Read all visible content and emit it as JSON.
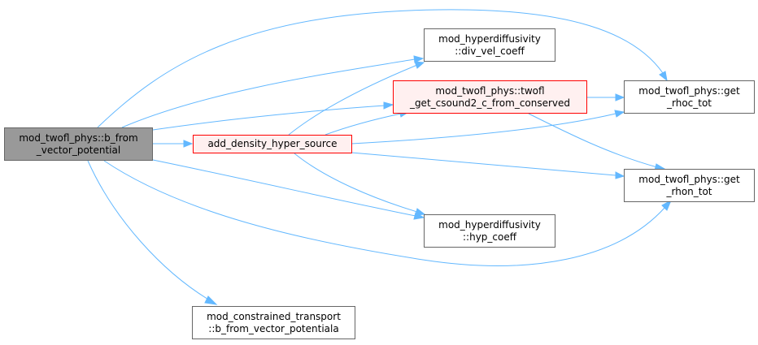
{
  "nodes": {
    "root": {
      "line1": "mod_twofl_phys::b_from",
      "line2": "_vector_potential"
    },
    "add_density": {
      "line1": "add_density_hyper_source"
    },
    "div_vel": {
      "line1": "mod_hyperdiffusivity",
      "line2": "::div_vel_coeff"
    },
    "csound2": {
      "line1": "mod_twofl_phys::twofl",
      "line2": "_get_csound2_c_from_conserved"
    },
    "hyp_coeff": {
      "line1": "mod_hyperdiffusivity",
      "line2": "::hyp_coeff"
    },
    "rhoc": {
      "line1": "mod_twofl_phys::get",
      "line2": "_rhoc_tot"
    },
    "rhon": {
      "line1": "mod_twofl_phys::get",
      "line2": "_rhon_tot"
    },
    "constrained": {
      "line1": "mod_constrained_transport",
      "line2": "::b_from_vector_potentiala"
    }
  },
  "colors": {
    "edge": "#63b8ff",
    "root_fill": "#999999",
    "highlight_fill": "#fff0f0",
    "highlight_border": "#ff0000",
    "node_border": "#666666"
  }
}
